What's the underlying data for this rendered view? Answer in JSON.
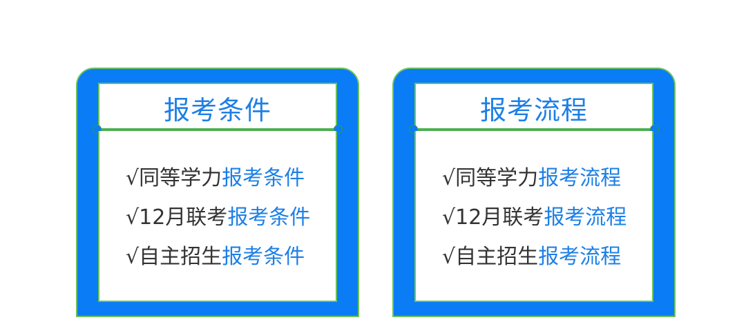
{
  "cards": [
    {
      "title": "报考条件",
      "items": [
        {
          "check": "√",
          "prefix": "同等学力",
          "link": "报考条件"
        },
        {
          "check": "√",
          "prefix": "12月联考",
          "link": "报考条件"
        },
        {
          "check": "√",
          "prefix": "自主招生",
          "link": "报考条件"
        }
      ]
    },
    {
      "title": "报考流程",
      "items": [
        {
          "check": "√",
          "prefix": "同等学力",
          "link": "报考流程"
        },
        {
          "check": "√",
          "prefix": "12月联考",
          "link": "报考流程"
        },
        {
          "check": "√",
          "prefix": "自主招生",
          "link": "报考流程"
        }
      ]
    }
  ],
  "colors": {
    "frame_blue": "#0a7cf6",
    "accent_text_blue": "#1d7fe6",
    "border_green": "#6cc35a",
    "text_dark": "#333333"
  }
}
